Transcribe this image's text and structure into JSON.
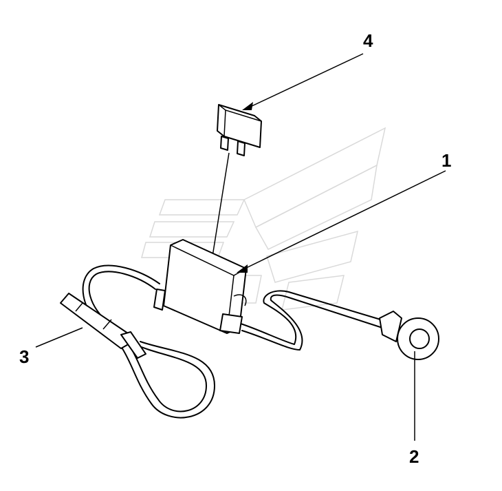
{
  "callouts": {
    "fuse_holder": "1",
    "ring_terminal": "2",
    "inline_connector": "3",
    "blade_fuse": "4"
  },
  "colors": {
    "line": "#000000",
    "watermark": "#d9d9d9",
    "background": "#ffffff"
  }
}
